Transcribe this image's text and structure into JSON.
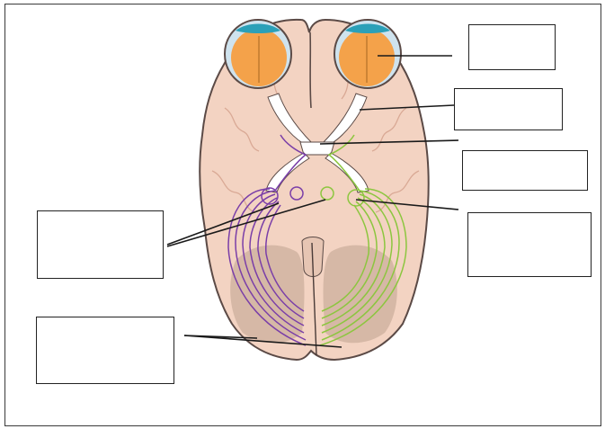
{
  "diagram": {
    "labels": [
      {
        "id": "eye",
        "text": ""
      },
      {
        "id": "optic-nerve",
        "text": ""
      },
      {
        "id": "optic-chiasm",
        "text": ""
      },
      {
        "id": "lateral-geniculate",
        "text": ""
      },
      {
        "id": "optic-tract",
        "text": ""
      },
      {
        "id": "visual-cortex",
        "text": ""
      }
    ],
    "colors": {
      "brain": "#f3d3c2",
      "brain_outline": "#5b4a46",
      "cerebellum": "#d6b8a6",
      "eyeball": "#f4a24a",
      "left_pathway": "#7a3ea8",
      "right_pathway": "#8cc63f",
      "nerve": "#ffffff"
    }
  }
}
